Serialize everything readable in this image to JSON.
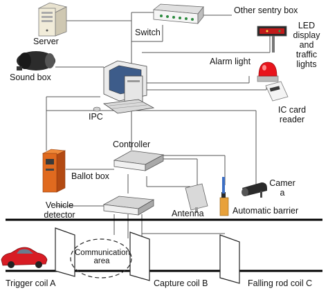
{
  "labels": {
    "other_sentry_box": "Other sentry box",
    "server": "Server",
    "switch": "Switch",
    "led_display": "LED display and traffic lights",
    "sound_box": "Sound box",
    "alarm_light": "Alarm light",
    "ipc": "IPC",
    "ic_card_reader": "IC card reader",
    "controller": "Controller",
    "ballot_box": "Ballot box",
    "camera": "Camer a",
    "vehicle_detector": "Vehicle detector",
    "antenna": "Antenna",
    "automatic_barrier": "Automatic barrier",
    "communication_area": "Communication area",
    "trigger_coil_a": "Trigger coil A",
    "capture_coil_b": "Capture coil B",
    "falling_rod_coil_c": "Falling rod coil C"
  },
  "colors": {
    "line": "#555555",
    "ground": "#000000",
    "car": "#d81c24",
    "ballot_box": "#e06a1f",
    "alarm": "#e8141c",
    "led_green": "#1fa64a"
  }
}
